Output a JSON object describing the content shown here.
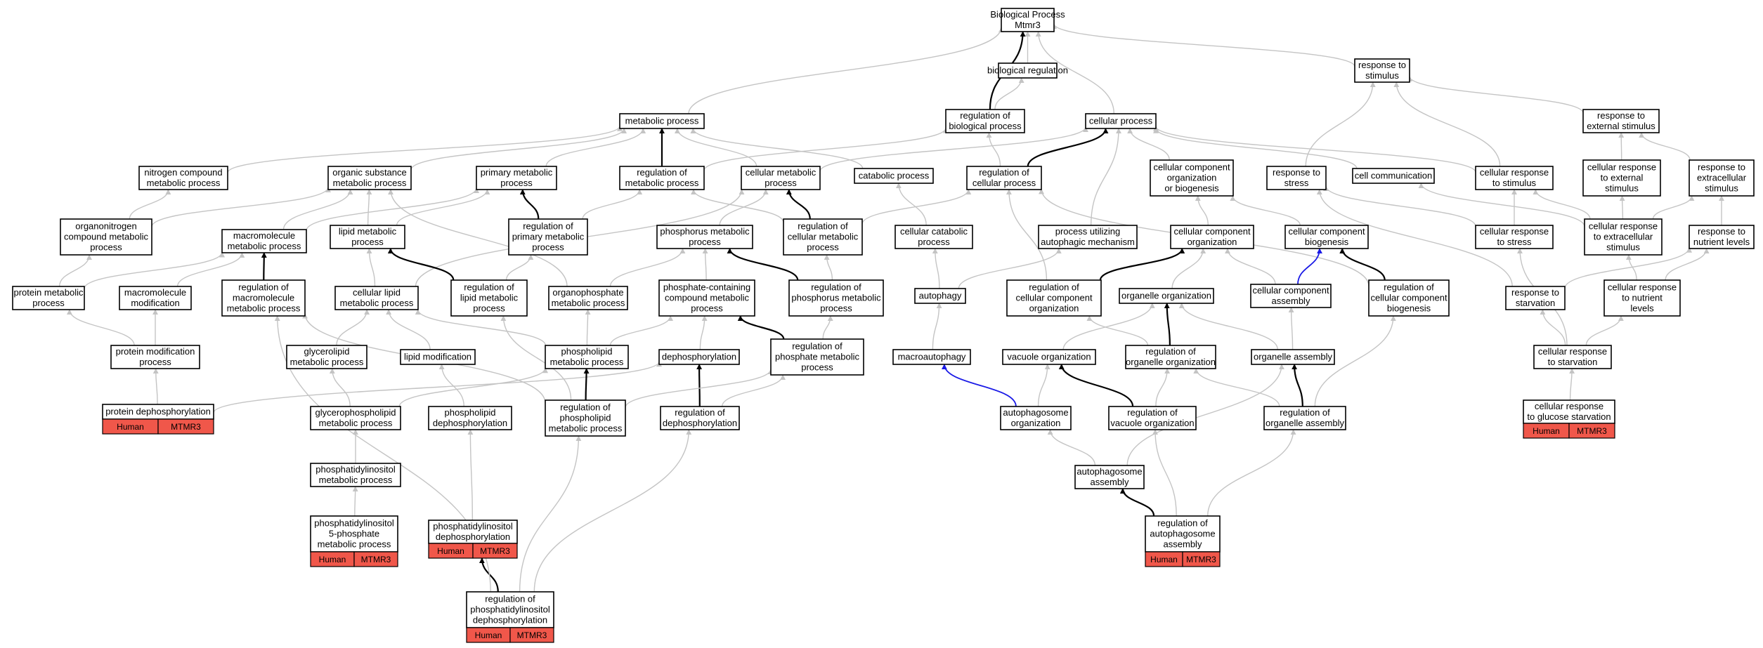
{
  "diagram": {
    "colors": {
      "edge_default": "#c4c4c4",
      "edge_strong": "#000000",
      "edge_blue": "#1a1ae6",
      "annotation": "#f0574a"
    },
    "nodes": [
      {
        "id": "bp",
        "lines": [
          "Biological Process",
          "Mtmr3"
        ]
      },
      {
        "id": "bioreg",
        "lines": [
          "biological regulation"
        ]
      },
      {
        "id": "resp_stim",
        "lines": [
          "response to",
          "stimulus"
        ]
      },
      {
        "id": "metab",
        "lines": [
          "metabolic process"
        ]
      },
      {
        "id": "reg_bio",
        "lines": [
          "regulation of",
          "biological process"
        ]
      },
      {
        "id": "cell_proc",
        "lines": [
          "cellular process"
        ]
      },
      {
        "id": "resp_ext",
        "lines": [
          "response to",
          "external stimulus"
        ]
      },
      {
        "id": "nitro",
        "lines": [
          "nitrogen compound",
          "metabolic process"
        ]
      },
      {
        "id": "org_sub",
        "lines": [
          "organic substance",
          "metabolic process"
        ]
      },
      {
        "id": "prim_met",
        "lines": [
          "primary metabolic",
          "process"
        ]
      },
      {
        "id": "reg_met",
        "lines": [
          "regulation of",
          "metabolic process"
        ]
      },
      {
        "id": "cell_met",
        "lines": [
          "cellular metabolic",
          "process"
        ]
      },
      {
        "id": "catab",
        "lines": [
          "catabolic process"
        ]
      },
      {
        "id": "reg_cell",
        "lines": [
          "regulation of",
          "cellular process"
        ]
      },
      {
        "id": "cc_org_bio",
        "lines": [
          "cellular component",
          "organization",
          "or biogenesis"
        ]
      },
      {
        "id": "resp_stress",
        "lines": [
          "response to",
          "stress"
        ]
      },
      {
        "id": "cell_comm",
        "lines": [
          "cell communication"
        ]
      },
      {
        "id": "cell_resp_stim",
        "lines": [
          "cellular response",
          "to stimulus"
        ]
      },
      {
        "id": "cell_resp_ext",
        "lines": [
          "cellular response",
          "to external",
          "stimulus"
        ]
      },
      {
        "id": "resp_extracell",
        "lines": [
          "response to",
          "extracellular",
          "stimulus"
        ]
      },
      {
        "id": "orgnitro",
        "lines": [
          "organonitrogen",
          "compound metabolic",
          "process"
        ]
      },
      {
        "id": "macro_met",
        "lines": [
          "macromolecule",
          "metabolic process"
        ]
      },
      {
        "id": "lipid_met",
        "lines": [
          "lipid metabolic",
          "process"
        ]
      },
      {
        "id": "reg_prim",
        "lines": [
          "regulation of",
          "primary metabolic",
          "process"
        ]
      },
      {
        "id": "phos_met",
        "lines": [
          "phosphorus metabolic",
          "process"
        ]
      },
      {
        "id": "reg_cell_met",
        "lines": [
          "regulation of",
          "cellular metabolic",
          "process"
        ]
      },
      {
        "id": "cell_catab",
        "lines": [
          "cellular catabolic",
          "process"
        ]
      },
      {
        "id": "autophag_mech",
        "lines": [
          "process utilizing",
          "autophagic mechanism"
        ]
      },
      {
        "id": "cc_org",
        "lines": [
          "cellular component",
          "organization"
        ]
      },
      {
        "id": "cc_bio",
        "lines": [
          "cellular component",
          "biogenesis"
        ]
      },
      {
        "id": "cell_resp_stress",
        "lines": [
          "cellular response",
          "to stress"
        ]
      },
      {
        "id": "cell_resp_extracell",
        "lines": [
          "cellular response",
          "to extracellular",
          "stimulus"
        ]
      },
      {
        "id": "resp_nutr",
        "lines": [
          "response to",
          "nutrient levels"
        ]
      },
      {
        "id": "prot_met",
        "lines": [
          "protein metabolic",
          "process"
        ]
      },
      {
        "id": "macro_mod",
        "lines": [
          "macromolecule",
          "modification"
        ]
      },
      {
        "id": "reg_macro",
        "lines": [
          "regulation of",
          "macromolecule",
          "metabolic process"
        ]
      },
      {
        "id": "cell_lipid",
        "lines": [
          "cellular lipid",
          "metabolic process"
        ]
      },
      {
        "id": "reg_lipid",
        "lines": [
          "regulation of",
          "lipid metabolic",
          "process"
        ]
      },
      {
        "id": "organophos",
        "lines": [
          "organophosphate",
          "metabolic process"
        ]
      },
      {
        "id": "phos_cont",
        "lines": [
          "phosphate-containing",
          "compound metabolic",
          "process"
        ]
      },
      {
        "id": "reg_phos_met",
        "lines": [
          "regulation of",
          "phosphorus metabolic",
          "process"
        ]
      },
      {
        "id": "autophagy",
        "lines": [
          "autophagy"
        ]
      },
      {
        "id": "reg_cc_org",
        "lines": [
          "regulation of",
          "cellular component",
          "organization"
        ]
      },
      {
        "id": "organelle_org",
        "lines": [
          "organelle organization"
        ]
      },
      {
        "id": "cc_assembly",
        "lines": [
          "cellular component",
          "assembly"
        ]
      },
      {
        "id": "reg_cc_bio",
        "lines": [
          "regulation of",
          "cellular component",
          "biogenesis"
        ]
      },
      {
        "id": "resp_starv",
        "lines": [
          "response to",
          "starvation"
        ]
      },
      {
        "id": "cell_resp_nutr",
        "lines": [
          "cellular response",
          "to nutrient",
          "levels"
        ]
      },
      {
        "id": "prot_mod",
        "lines": [
          "protein modification",
          "process"
        ]
      },
      {
        "id": "glycerolipid",
        "lines": [
          "glycerolipid",
          "metabolic process"
        ]
      },
      {
        "id": "lipid_mod",
        "lines": [
          "lipid modification"
        ]
      },
      {
        "id": "phospholipid",
        "lines": [
          "phospholipid",
          "metabolic process"
        ]
      },
      {
        "id": "dephos",
        "lines": [
          "dephosphorylation"
        ]
      },
      {
        "id": "reg_phosphate",
        "lines": [
          "regulation of",
          "phosphate metabolic",
          "process"
        ]
      },
      {
        "id": "macroautophagy",
        "lines": [
          "macroautophagy"
        ]
      },
      {
        "id": "vacuole_org",
        "lines": [
          "vacuole organization"
        ]
      },
      {
        "id": "reg_organelle_org",
        "lines": [
          "regulation of",
          "organelle organization"
        ]
      },
      {
        "id": "organelle_assembly",
        "lines": [
          "organelle assembly"
        ]
      },
      {
        "id": "cell_resp_starv",
        "lines": [
          "cellular response",
          "to starvation"
        ]
      },
      {
        "id": "prot_dephos",
        "lines": [
          "protein dephosphorylation"
        ],
        "annotation": [
          "Human",
          "MTMR3"
        ]
      },
      {
        "id": "glycerophos",
        "lines": [
          "glycerophospholipid",
          "metabolic process"
        ]
      },
      {
        "id": "phosphol_dephos",
        "lines": [
          "phospholipid",
          "dephosphorylation"
        ]
      },
      {
        "id": "reg_phospholipid",
        "lines": [
          "regulation of",
          "phospholipid",
          "metabolic process"
        ]
      },
      {
        "id": "reg_dephos",
        "lines": [
          "regulation of",
          "dephosphorylation"
        ]
      },
      {
        "id": "autophagosome_org",
        "lines": [
          "autophagosome",
          "organization"
        ]
      },
      {
        "id": "reg_vacuole",
        "lines": [
          "regulation of",
          "vacuole organization"
        ]
      },
      {
        "id": "reg_organelle_asm",
        "lines": [
          "regulation of",
          "organelle assembly"
        ]
      },
      {
        "id": "cell_resp_glucose",
        "lines": [
          "cellular response",
          "to glucose starvation"
        ],
        "annotation": [
          "Human",
          "MTMR3"
        ]
      },
      {
        "id": "pi_met",
        "lines": [
          "phosphatidylinositol",
          "metabolic process"
        ]
      },
      {
        "id": "autophagosome_asm",
        "lines": [
          "autophagosome",
          "assembly"
        ]
      },
      {
        "id": "pi5p",
        "lines": [
          "phosphatidylinositol",
          "5-phosphate",
          "metabolic process"
        ],
        "annotation": [
          "Human",
          "MTMR3"
        ]
      },
      {
        "id": "pi_dephos",
        "lines": [
          "phosphatidylinositol",
          "dephosphorylation"
        ],
        "annotation": [
          "Human",
          "MTMR3"
        ]
      },
      {
        "id": "reg_autophagosome_asm",
        "lines": [
          "regulation of",
          "autophagosome",
          "assembly"
        ],
        "annotation": [
          "Human",
          "MTMR3"
        ]
      },
      {
        "id": "reg_pi_dephos",
        "lines": [
          "regulation of",
          "phosphatidylinositol",
          "dephosphorylation"
        ],
        "annotation": [
          "Human",
          "MTMR3"
        ]
      }
    ]
  }
}
